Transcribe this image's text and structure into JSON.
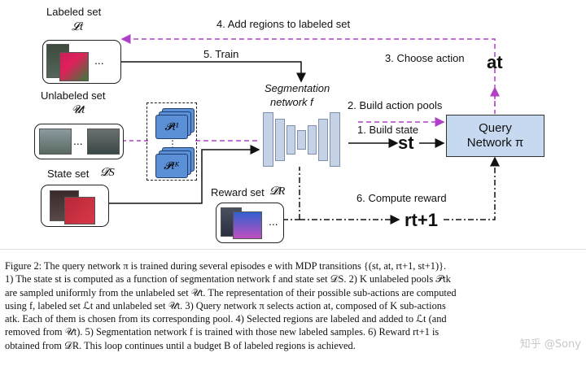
{
  "diagram": {
    "labeled_set": {
      "title": "Labeled set",
      "symbol": "𝓛t",
      "ellipsis": "..."
    },
    "unlabeled_set": {
      "title": "Unlabeled set",
      "symbol": "𝓤t",
      "ellipsis": "..."
    },
    "state_set": {
      "title": "State set",
      "symbol": "𝓓S"
    },
    "reward_set": {
      "title": "Reward set",
      "symbol": "𝓓R",
      "ellipsis": "..."
    },
    "pools": {
      "first": "𝓟t¹",
      "last": "𝓟tᴷ",
      "between": "⋮"
    },
    "segmentation_network": {
      "line1": "Segmentation",
      "line2": "network f"
    },
    "query_network": {
      "line1": "Query",
      "line2": "Network π"
    },
    "state_symbol": "st",
    "action_symbol": "at",
    "reward_symbol": "rt+1",
    "steps": {
      "step1": "1.  Build state",
      "step2": "2.  Build action pools",
      "step3": "3.  Choose action",
      "step4": "4.  Add regions to labeled set",
      "step5": "5.  Train",
      "step6": "6.  Compute reward"
    },
    "colors": {
      "dashed_arrow": "#b040c8",
      "query_fill": "#c7d9f1",
      "pool_fill": "#5b8fd6",
      "seg_fill": "#c5d2e6"
    }
  },
  "caption": {
    "lines": [
      "Figure 2: The query network π is trained during several episodes e with MDP transitions {(st, at, rt+1, st+1)}.",
      "1) The state st is computed as a function of segmentation network f and state set 𝒟S. 2) K unlabeled pools 𝒫tk",
      "are sampled uniformly from the unlabeled set 𝒰t. The representation of their possible sub-actions are computed",
      "using f, labeled set ℒt and unlabeled set 𝒰t. 3) Query network π selects action at, composed of K sub-actions",
      "atk. Each of them is chosen from its corresponding pool. 4) Selected regions are labeled and added to ℒt (and",
      "removed from 𝒰t). 5) Segmentation network f is trained with those new labeled samples. 6) Reward rt+1 is",
      "obtained from 𝒟R. This loop continues until a budget B of labeled regions is achieved."
    ]
  },
  "watermark": "知乎 @Sony"
}
